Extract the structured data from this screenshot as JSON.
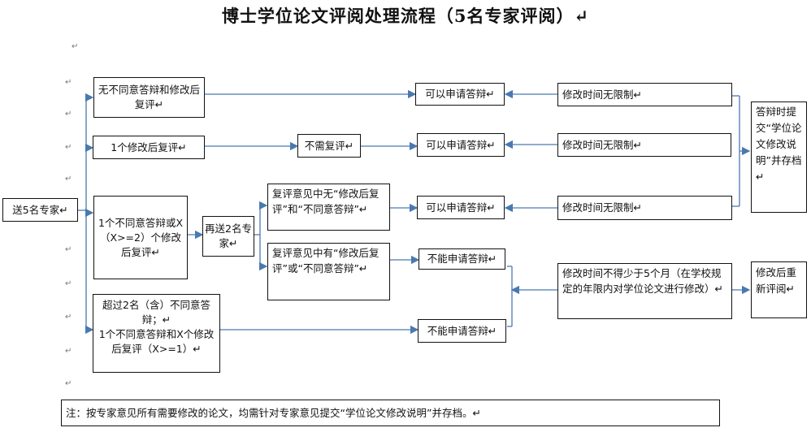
{
  "title": "博士学位论文评阅处理流程（5名专家评阅）↵",
  "margin_mark": "↵",
  "nodes": {
    "start": "送5名专家↵",
    "case1": "无不同意答辩和修改后复评↵",
    "case2": "1个修改后复评↵",
    "case3": "1个不同意答辩或X（X>=2）个修改后复评↵",
    "case4_line1": "超过2名（含）不同意答辩；↵",
    "case4_line2": "1个不同意答辩和X个修改后复评（X>=1）↵",
    "no_review": "不需复评↵",
    "resend": "再送2名专家↵",
    "no_opinion": "复评意见中无“修改后复评”和“不同意答辩”↵",
    "has_opinion": "复评意见中有“修改后复评”或“不同意答辩”↵",
    "can_apply_1": "可以申请答辩↵",
    "can_apply_2": "可以申请答辩↵",
    "can_apply_3": "可以申请答辩↵",
    "cannot_apply_1": "不能申请答辩↵",
    "cannot_apply_2": "不能申请答辩↵",
    "mod_unlimited_1": "修改时间无限制↵",
    "mod_unlimited_2": "修改时间无限制↵",
    "mod_unlimited_3": "修改时间无限制↵",
    "mod_min5": "修改时间不得少于5个月（在学校规定的年限内对学位论文进行修改）↵",
    "submit_note": "答辩时提交“学位论文修改说明”并存档↵",
    "re_review": "修改后重新评阅↵"
  },
  "footnote": "注：按专家意见所有需要修改的论文，均需针对专家意见提交“学位论文修改说明”并存档。↵",
  "colors": {
    "arrow": "#4a79b0",
    "border": "#111111"
  }
}
